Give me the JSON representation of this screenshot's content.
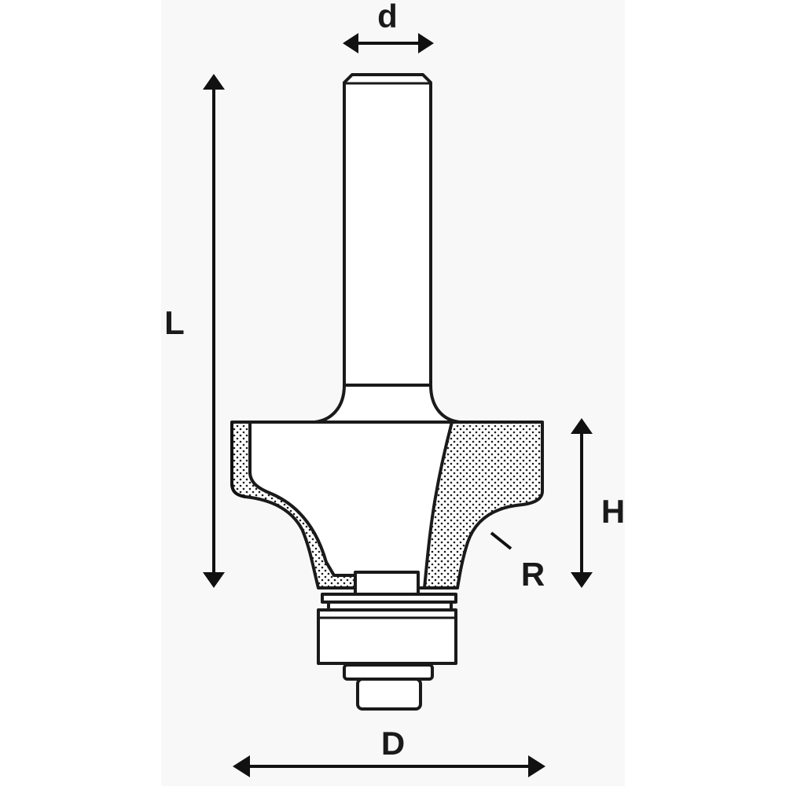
{
  "diagram": {
    "labels": {
      "d": "d",
      "L": "L",
      "H": "H",
      "R": "R",
      "D": "D"
    },
    "colors": {
      "line": "#1a1a1a",
      "background": "#ffffff",
      "backdrop": "#f7f7f7"
    }
  }
}
